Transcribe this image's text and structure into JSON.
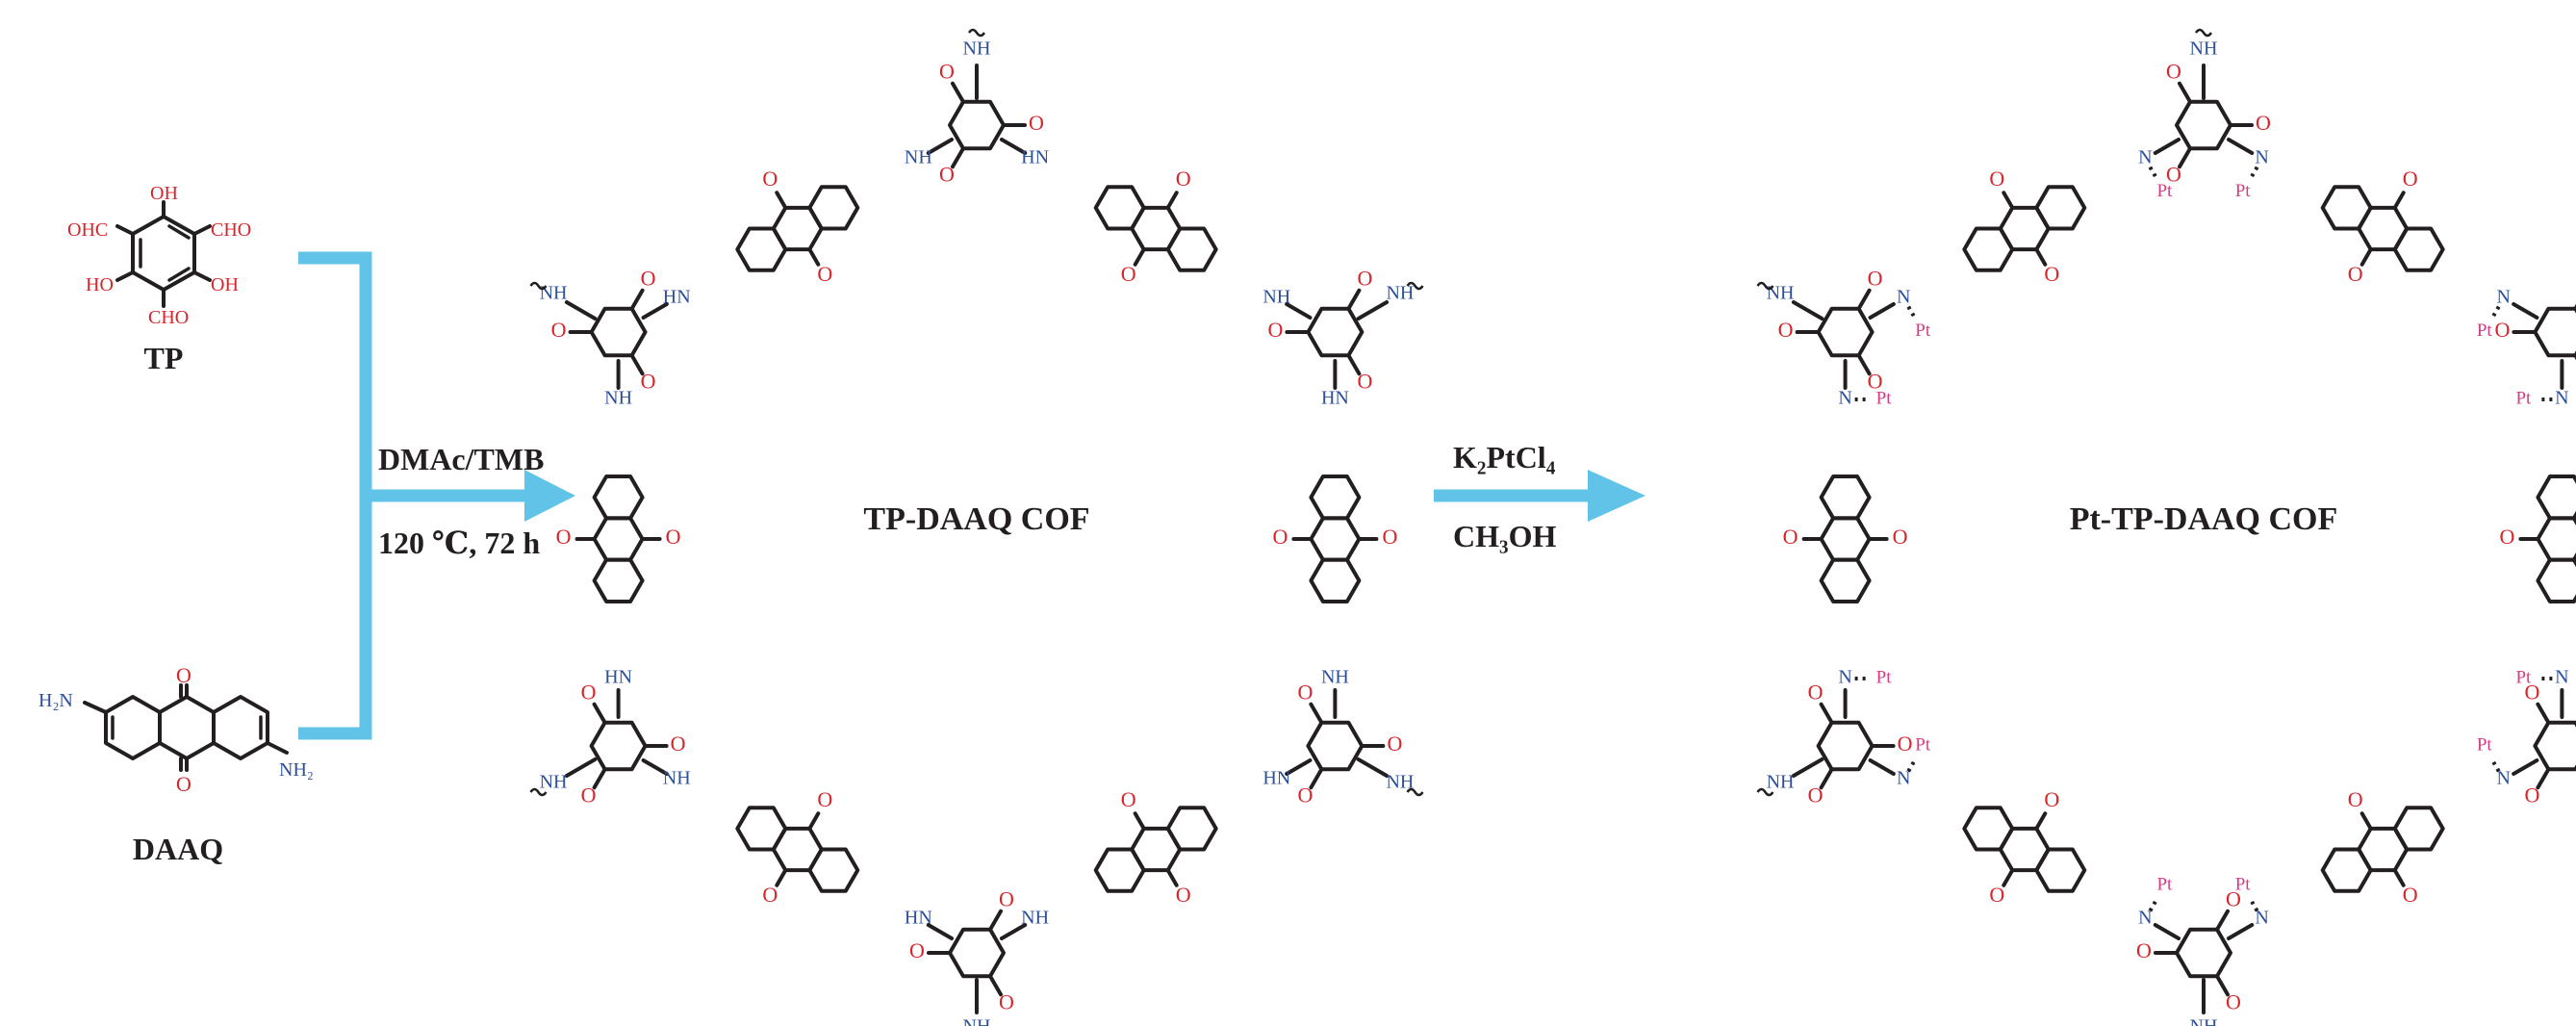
{
  "monomers": {
    "tp": {
      "name": "TP",
      "substituents": {
        "cho": "CHO",
        "ohc": "OHC",
        "oh": "OH",
        "ho": "HO"
      },
      "ring_color": "#f2c15b"
    },
    "daaq": {
      "name": "DAAQ",
      "substituents": {
        "h2n": "H₂N",
        "nh2": "NH₂",
        "o": "O"
      },
      "ring_color": "#3f83c4"
    }
  },
  "step1": {
    "conditions_line1": "DMAc/TMB",
    "conditions_line2": "120 ℃, 72 h"
  },
  "step2": {
    "reagent": "K₂PtCl₄",
    "solvent": "CH₃OH"
  },
  "products": {
    "cof": {
      "name": "TP-DAAQ COF"
    },
    "pt_cof": {
      "name": "Pt-TP-DAAQ COF"
    }
  },
  "atoms": {
    "o": "O",
    "nh": "NH",
    "hn": "HN",
    "n": "N",
    "h": "H",
    "pt": "Pt"
  },
  "colors": {
    "arrow": "#62c3e8",
    "oxygen": "#d7262b",
    "nitrogen": "#2b4f9a",
    "platinum": "#d43d83",
    "bond": "#231f20"
  }
}
